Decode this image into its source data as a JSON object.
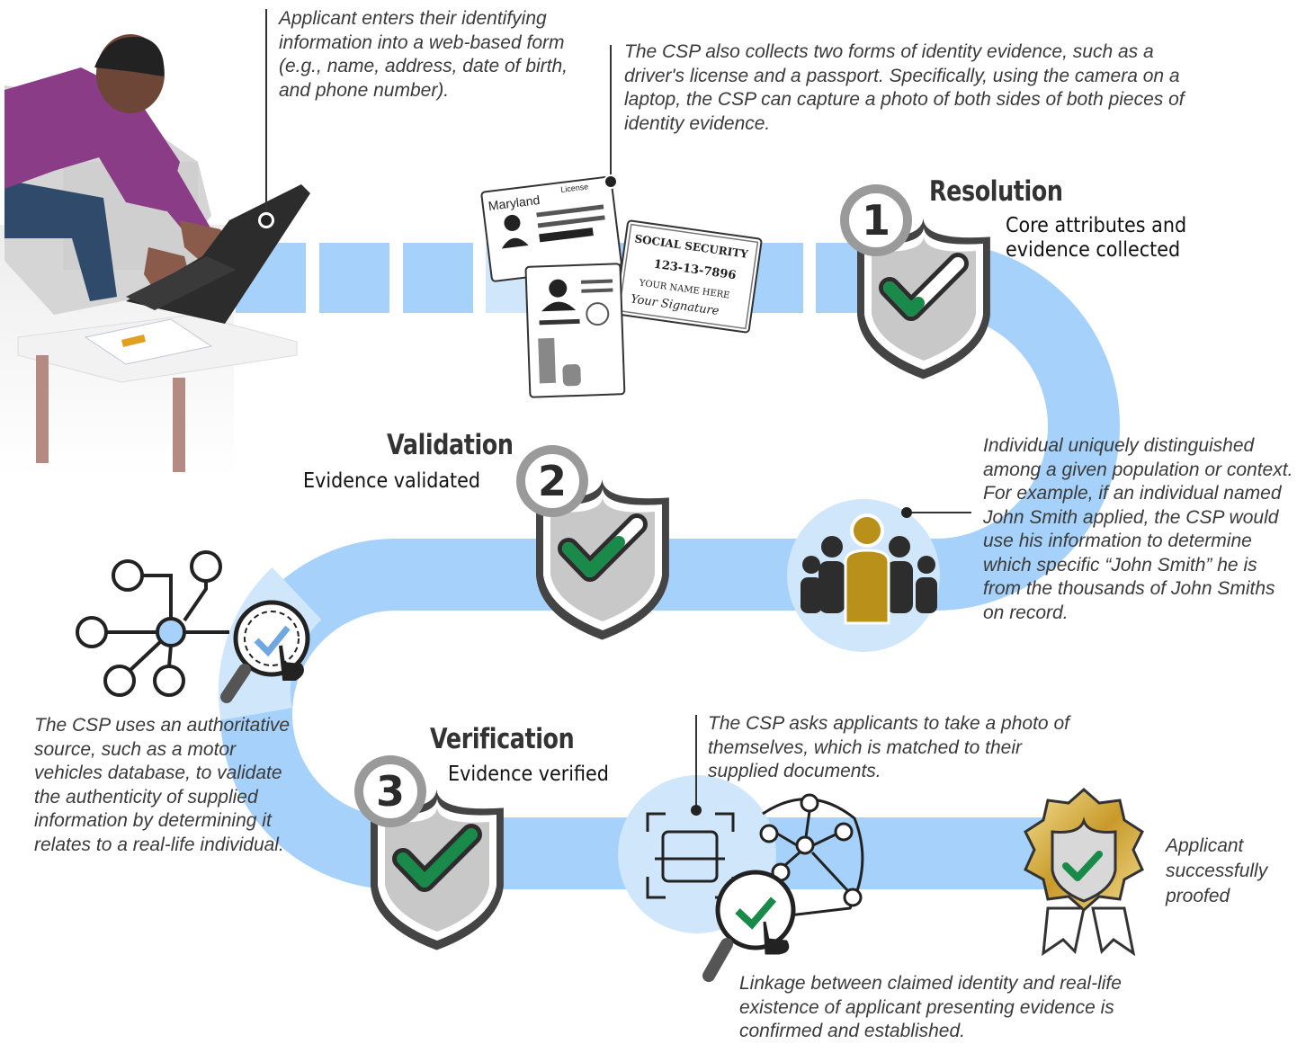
{
  "colors": {
    "path_light": "#cfe6fb",
    "path_mid": "#a6d1fa",
    "path_dark": "#91c6f8",
    "check_green": "#1a8a4a",
    "shield_grey": "#c8c8c8",
    "gold": "#b8901a",
    "shirt_purple": "#8a3c86"
  },
  "icons": [
    "person-laptop-illustration",
    "id-cards-illustration",
    "shield-check-icon",
    "crowd-icon",
    "network-magnifier-icon",
    "face-scan-icon",
    "award-badge-icon"
  ],
  "annotations": {
    "applicant_enters": "Applicant enters their identifying information into a web-based form (e.g., name, address, date of birth, and phone number).",
    "csp_collects": "The CSP also collects two forms of identity evidence, such as a driver's license and a passport. Specifically, using the camera on a laptop, the CSP can capture a photo of both sides of both pieces of identity evidence.",
    "unique_individual": "Individual uniquely distinguished among a given population or context. For example, if an individual named John Smith applied, the CSP would use his information to determine which specific “John Smith” he is from the thousands of John Smiths on record.",
    "authoritative_source": "The CSP uses an authoritative source, such as a motor vehicles database, to validate the authenticity of supplied information by determining it relates to a real-life individual.",
    "photo_match": "The CSP asks applicants to take a photo of themselves, which is matched to their supplied documents.",
    "linkage": "Linkage between claimed identity and real-life existence of applicant presenting evidence is confirmed and established.",
    "success": "Applicant successfully proofed"
  },
  "stages": [
    {
      "number": "1",
      "title": "Resolution",
      "subtitle": "Core attributes and evidence collected"
    },
    {
      "number": "2",
      "title": "Validation",
      "subtitle": "Evidence validated"
    },
    {
      "number": "3",
      "title": "Verification",
      "subtitle": "Evidence verified"
    }
  ],
  "id_cards": {
    "license_state": "Maryland",
    "license_label": "License",
    "ssn_title": "SOCIAL SECURITY",
    "ssn_number": "123-13-7896",
    "ssn_name": "YOUR NAME HERE",
    "signature": "Your Signature"
  }
}
